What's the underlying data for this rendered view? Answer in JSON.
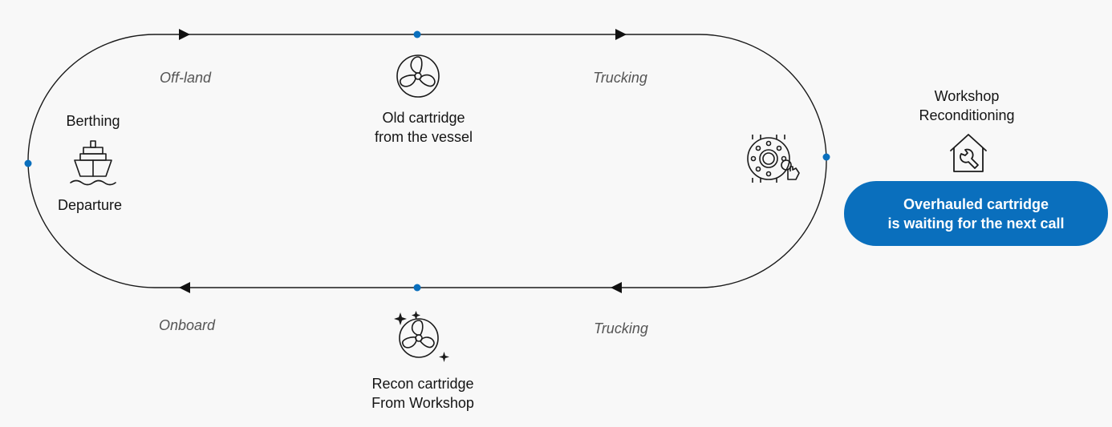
{
  "loop": {
    "edge_labels": {
      "off_land": "Off-land",
      "trucking_top": "Trucking",
      "onboard": "Onboard",
      "trucking_bottom": "Trucking"
    },
    "port": {
      "berthing": "Berthing",
      "departure": "Departure",
      "icon": "ship-icon"
    },
    "old_cartridge": {
      "line1": "Old cartridge",
      "line2": "from the vessel",
      "icon": "propeller-icon"
    },
    "recon_cartridge": {
      "line1": "Recon cartridge",
      "line2": "From Workshop",
      "icon": "sparkling-propeller-icon"
    },
    "flange_icon": "flange-tool-icon"
  },
  "workshop": {
    "line1": "Workshop",
    "line2": "Reconditioning",
    "icon": "house-wrench-icon"
  },
  "status": {
    "line1": "Overhauled cartridge",
    "line2": "is waiting for the next call",
    "color": "#0a6fbd"
  },
  "colors": {
    "line": "#1a1a1a",
    "node": "#0a6fbd",
    "background": "#f8f8f8"
  }
}
